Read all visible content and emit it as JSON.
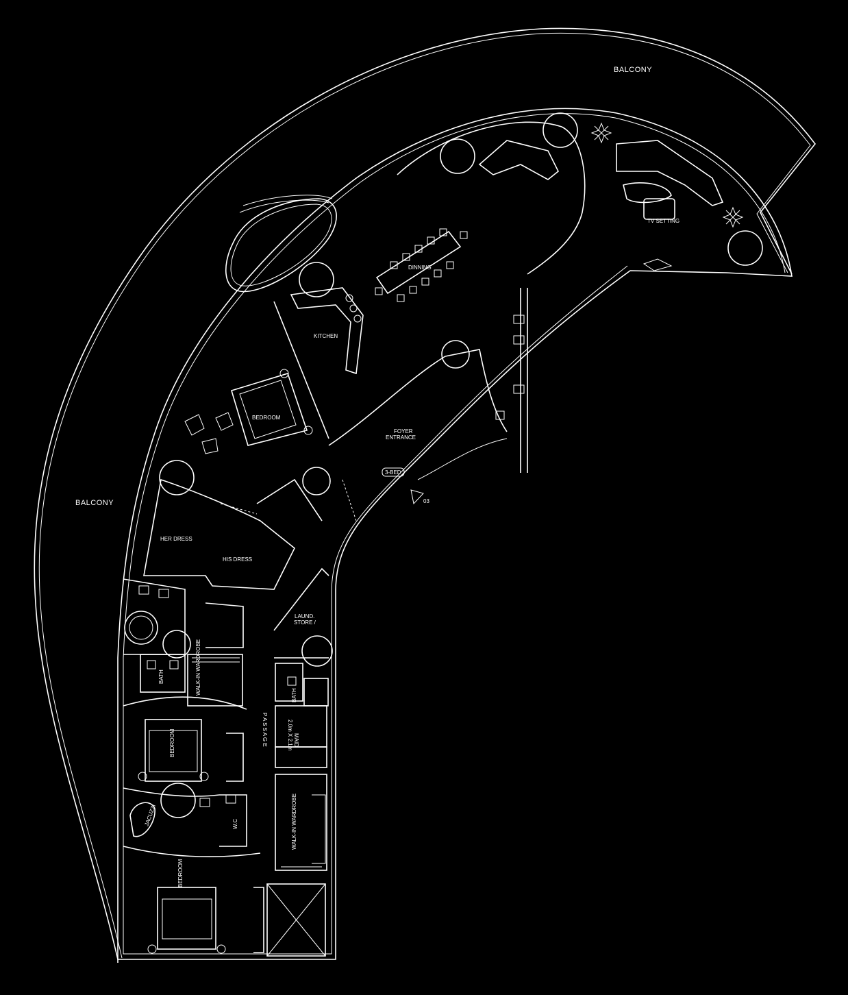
{
  "labels": {
    "balcony_top": "BALCONY",
    "balcony_left": "BALCONY",
    "tv_setting": "TV SETTING",
    "dinning": "DINNING",
    "kitchen": "KITCHEN",
    "bedroom_guest": "BEDROOM",
    "foyer_line1": "FOYER",
    "foyer_line2": "ENTRANCE",
    "three_bed": "3-BED",
    "marker": "03",
    "her_dress": "HER DRESS",
    "his_dress": "HIS DRESS",
    "laund_line1": "LAUND.",
    "laund_line2": "STORE /",
    "bath_1": "BATH",
    "walkin_1": "WALK-IN WARDROBE",
    "bath_2": "BATH",
    "passage": "P A S S A G E",
    "maid_line1": "MAID",
    "maid_line2": "2.0m X 2.1m",
    "bedroom_mid": "BEDROOM",
    "jacuzzi": "JACUZZI",
    "wc": "W.C",
    "walkin_2": "WALK-IN WARDROBE",
    "bedroom_bottom": "BEDROOM"
  }
}
